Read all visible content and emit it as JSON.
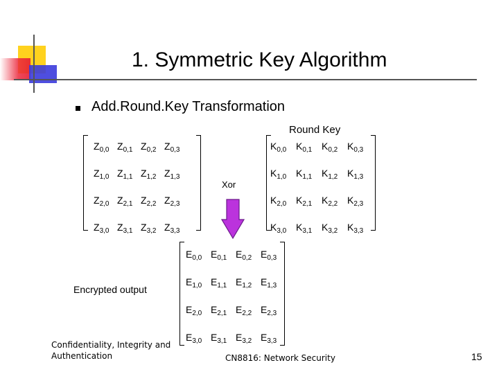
{
  "slide": {
    "title": "1. Symmetric Key Algorithm",
    "bullet": "Add.Round.Key Transformation",
    "round_key_label": "Round Key",
    "xor_label": "Xor",
    "encrypted_label": "Encrypted output",
    "footer_left_line1": "Confidentiality, Integrity and",
    "footer_left_line2": "Authentication",
    "footer_center": "CN8816: Network Security",
    "page_number": "15"
  },
  "matrices": {
    "z": {
      "letter": "Z",
      "rows": [
        [
          "0,0",
          "0,1",
          "0,2",
          "0,3"
        ],
        [
          "1,0",
          "1,1",
          "1,2",
          "1,3"
        ],
        [
          "2,0",
          "2,1",
          "2,2",
          "2,3"
        ],
        [
          "3,0",
          "3,1",
          "3,2",
          "3,3"
        ]
      ]
    },
    "k": {
      "letter": "K",
      "rows": [
        [
          "0,0",
          "0,1",
          "0,2",
          "0,3"
        ],
        [
          "1,0",
          "1,1",
          "1,2",
          "1,3"
        ],
        [
          "2,0",
          "2,1",
          "2,2",
          "2,3"
        ],
        [
          "3,0",
          "3,1",
          "3,2",
          "3,3"
        ]
      ]
    },
    "e": {
      "letter": "E",
      "rows": [
        [
          "0,0",
          "0,1",
          "0,2",
          "0,3"
        ],
        [
          "1,0",
          "1,1",
          "1,2",
          "1,3"
        ],
        [
          "2,0",
          "2,1",
          "2,2",
          "2,3"
        ],
        [
          "3,0",
          "3,1",
          "3,2",
          "3,3"
        ]
      ]
    }
  },
  "colors": {
    "arrow_fill": "#bb33dd",
    "deco_yellow": "#ffd21e",
    "deco_red": "#e61e32",
    "deco_blue": "#3b3bdc"
  },
  "icons": {
    "arrow": "down-arrow-icon",
    "bullet": "square-bullet-icon"
  }
}
